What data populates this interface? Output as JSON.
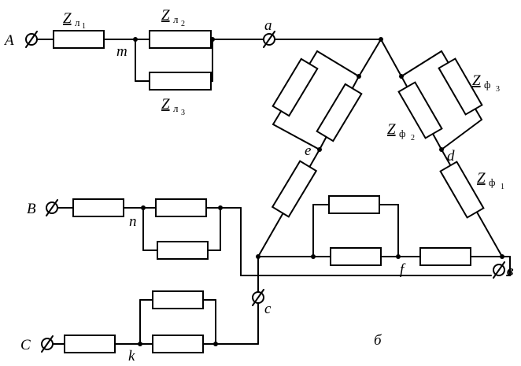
{
  "terminals": {
    "A": "A",
    "B": "B",
    "C": "C",
    "a": "a",
    "c": "c",
    "v": "в"
  },
  "nodes": {
    "m": "m",
    "n": "n",
    "k": "k",
    "e": "e",
    "d": "d",
    "f": "f"
  },
  "impedance_letter": "Z",
  "impedances": {
    "zl1": {
      "sub": "л",
      "idx": "1"
    },
    "zl2": {
      "sub": "л",
      "idx": "2"
    },
    "zl3": {
      "sub": "л",
      "idx": "3"
    },
    "zf1": {
      "sub": "ф",
      "idx": "1"
    },
    "zf2": {
      "sub": "ф",
      "idx": "2"
    },
    "zf3": {
      "sub": "ф",
      "idx": "3"
    }
  },
  "figure_label": "б"
}
